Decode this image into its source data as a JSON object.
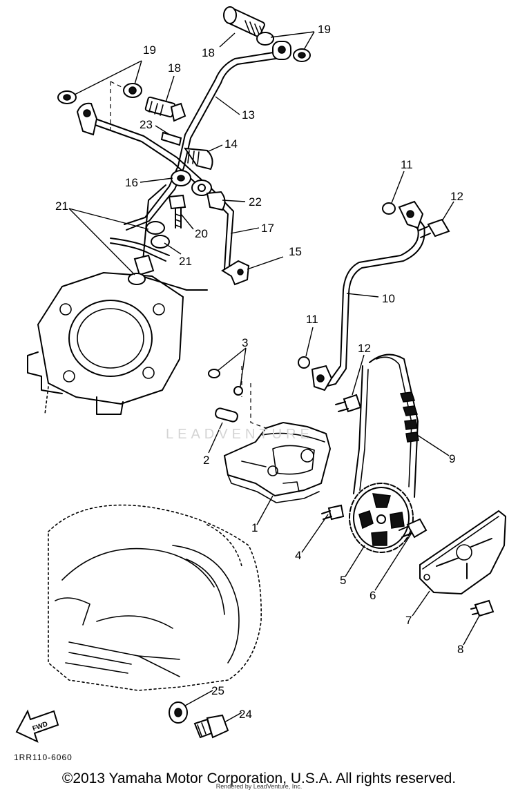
{
  "diagram": {
    "code": "1RR110-6060",
    "fwd_label": "FWD",
    "watermark": "LEADVENTURE",
    "copyright": "©2013 Yamaha Motor Corporation, U.S.A. All rights reserved.",
    "render_credit": "Rendered by LeadVenture, Inc."
  },
  "callouts": {
    "p1": "1",
    "p2": "2",
    "p3": "3",
    "p4": "4",
    "p5": "5",
    "p6": "6",
    "p7": "7",
    "p8": "8",
    "p9": "9",
    "p10": "10",
    "p11a": "11",
    "p11b": "11",
    "p12a": "12",
    "p12b": "12",
    "p13": "13",
    "p14": "14",
    "p15": "15",
    "p16": "16",
    "p17": "17",
    "p18a": "18",
    "p18b": "18",
    "p19a": "19",
    "p19b": "19",
    "p20": "20",
    "p21a": "21",
    "p21b": "21",
    "p22": "22",
    "p23": "23",
    "p24": "24",
    "p25": "25"
  }
}
